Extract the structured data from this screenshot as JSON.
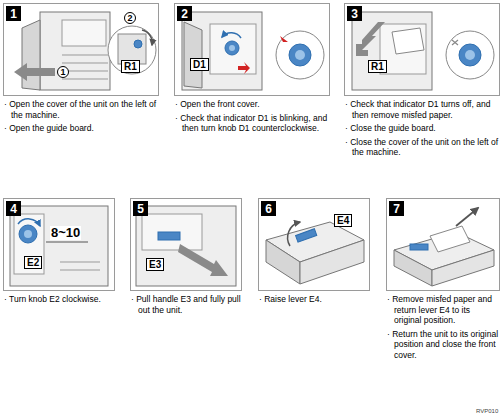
{
  "diagram": {
    "nodes": [
      {
        "text": [
          "· Open the cover of the unit on the left of the machine.",
          "· Open the guide board."
        ]
      },
      {
        "text": [
          "1"
        ],
        "in": 0
      },
      {
        "text": [
          "· Open the front cover.",
          "· Check that indicator D1 is blinking, and then turn knob D1 counterclockwise."
        ]
      },
      {
        "text": [
          "2"
        ],
        "in": 2
      },
      {
        "text": [
          "· Check that indicator D1 turns off, and then remove misfed paper.",
          "· Close the guide board.",
          "· Close the cover of the unit on the left of the machine."
        ]
      },
      {
        "text": [
          "3"
        ],
        "in": 4
      },
      {
        "text": [
          "· Turn knob E2 clockwise."
        ]
      },
      {
        "text": [
          "4"
        ],
        "in": 6
      },
      {
        "text": [
          "· Pull handle E3 and fully pull out the unit."
        ]
      },
      {
        "text": [
          "5"
        ],
        "in": 8
      },
      {
        "text": [
          "· Raise lever E4."
        ]
      },
      {
        "text": [
          "6"
        ],
        "in": 10
      },
      {
        "text": [
          "· Remove misfed paper and return lever E4 to its original position.",
          "· Return the unit to its original position and close the front cover."
        ]
      },
      {
        "text": [
          "7"
        ],
        "in": 12
      }
    ],
    "labels": [
      "2",
      "R1",
      "1",
      "D1",
      "R1",
      "8~10",
      "E2",
      "E3",
      "E4",
      "RVP010"
    ]
  }
}
